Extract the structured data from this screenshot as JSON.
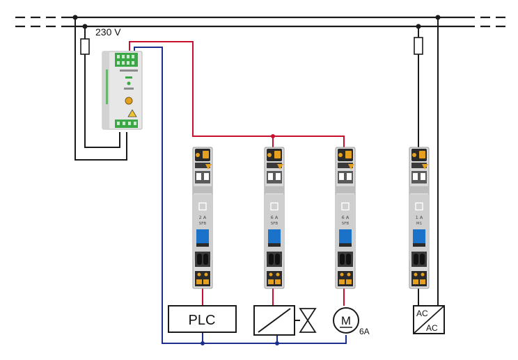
{
  "supply": {
    "voltage_label": "230 V"
  },
  "loads": {
    "plc_label": "PLC",
    "motor_symbol": "M",
    "motor_rating": "6A",
    "converter_top": "AC",
    "converter_bottom": "AC"
  },
  "breakers": [
    {
      "rating": "2 A",
      "type": "SFB"
    },
    {
      "rating": "6 A",
      "type": "SFB"
    },
    {
      "rating": "6 A",
      "type": "SFB"
    },
    {
      "rating": "1 A",
      "type": "M1"
    }
  ],
  "colors": {
    "positive_wire": "#c8102e",
    "negative_wire": "#1c2f8f",
    "ac_wire": "#1a1a1a",
    "module_body": "#d9d9d9",
    "switch": "#1a73c9",
    "terminal": "#e6a01f",
    "psu_green": "#3aa845"
  }
}
